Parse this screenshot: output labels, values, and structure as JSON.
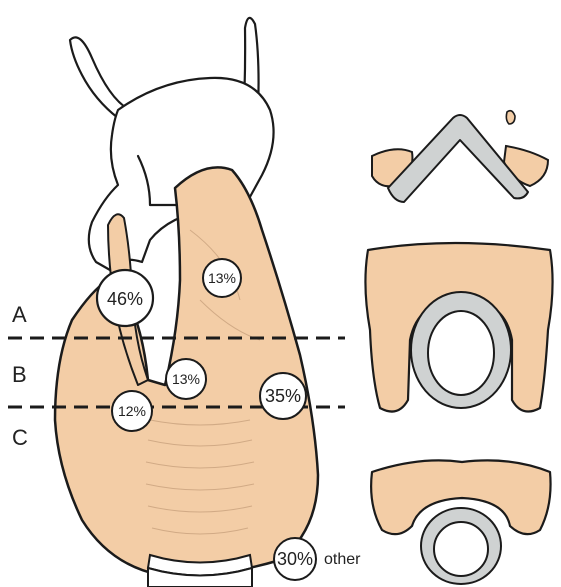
{
  "levels": [
    {
      "label": "A"
    },
    {
      "label": "B"
    },
    {
      "label": "C"
    }
  ],
  "percentages": [
    {
      "value": "46%"
    },
    {
      "value": "13%"
    },
    {
      "value": "13%"
    },
    {
      "value": "35%"
    },
    {
      "value": "12%"
    }
  ],
  "legend": {
    "value": "30%",
    "text": "other"
  },
  "colors": {
    "tissue": "#f3cda6",
    "cartilage": "#cfd2d2",
    "outline": "#1b1b1b",
    "background": "#ffffff"
  }
}
